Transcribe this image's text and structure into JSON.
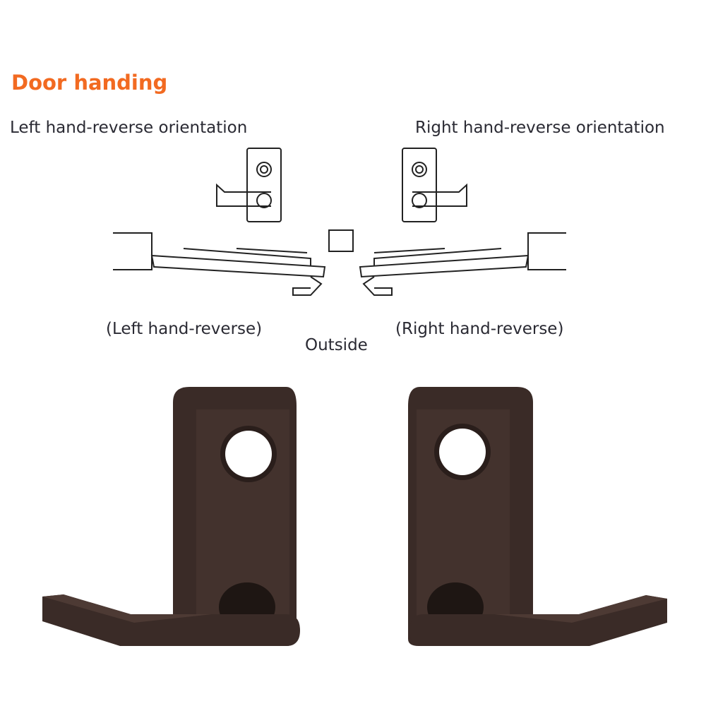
{
  "title": "Door handing",
  "left_orientation": "Left hand-reverse orientation",
  "right_orientation": "Right hand-reverse orientation",
  "left_label": "(Left hand-reverse)",
  "right_label": "(Right hand-reverse)",
  "outside_label": "Outside",
  "colors": {
    "accent": "#f26a21",
    "finish": "#3a2b27"
  }
}
